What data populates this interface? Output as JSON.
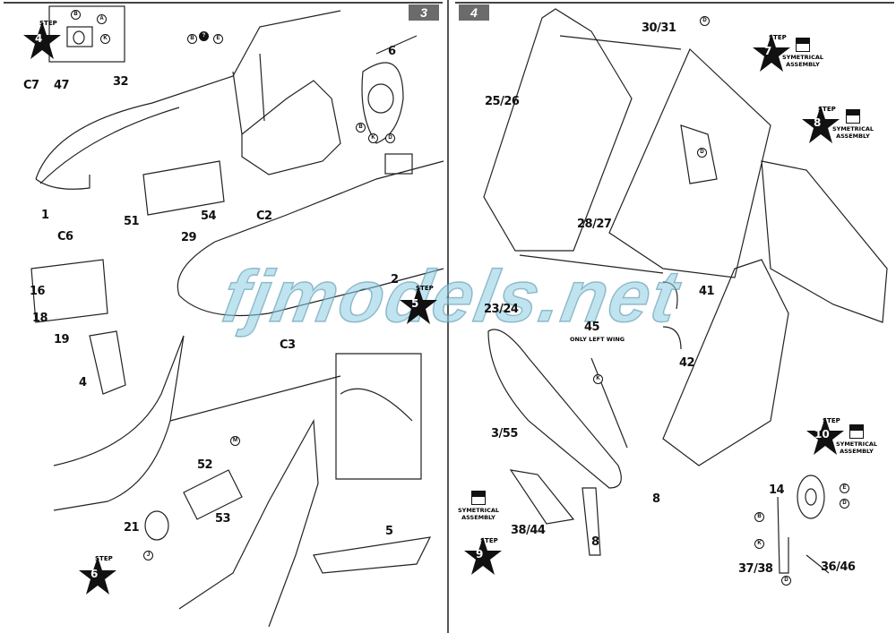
{
  "watermark": "fjmodels.net",
  "left_page": {
    "page_number": "3",
    "steps": [
      {
        "word": "STEP",
        "number": "4"
      },
      {
        "word": "STEP",
        "number": "5"
      },
      {
        "word": "STEP",
        "number": "6"
      }
    ],
    "part_labels": [
      "C7",
      "47",
      "32",
      "6",
      "1",
      "51",
      "C6",
      "54",
      "C2",
      "29",
      "16",
      "18",
      "19",
      "2",
      "C3",
      "4",
      "52",
      "53",
      "21",
      "5"
    ],
    "callouts": [
      "B",
      "A",
      "K",
      "B",
      "?",
      "E",
      "B",
      "K",
      "D",
      "M",
      "J"
    ]
  },
  "right_page": {
    "page_number": "4",
    "steps": [
      {
        "word": "STEP",
        "number": "7"
      },
      {
        "word": "STEP",
        "number": "8"
      },
      {
        "word": "STEP",
        "number": "9"
      },
      {
        "word": "STEP",
        "number": "10"
      }
    ],
    "symmetrical_label": "SYMETRICAL ASSEMBLY",
    "only_left_wing": "ONLY LEFT WING",
    "part_labels": [
      "30/31",
      "25/26",
      "28/27",
      "23/24",
      "45",
      "41",
      "42",
      "3/55",
      "38/44",
      "8",
      "8",
      "14",
      "37/38",
      "36/46"
    ],
    "callouts": [
      "D",
      "D",
      "K",
      "E",
      "D",
      "B",
      "K",
      "D"
    ]
  },
  "colors": {
    "page_tab": "#6b6b6b",
    "watermark": "#8ccde1",
    "ink": "#111111"
  }
}
